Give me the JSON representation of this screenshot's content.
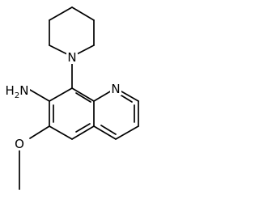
{
  "molecule": {
    "atoms": {
      "piperidine_n": "N",
      "amine": "H2N",
      "quinoline_n": "N",
      "methoxy_o": "O"
    }
  }
}
